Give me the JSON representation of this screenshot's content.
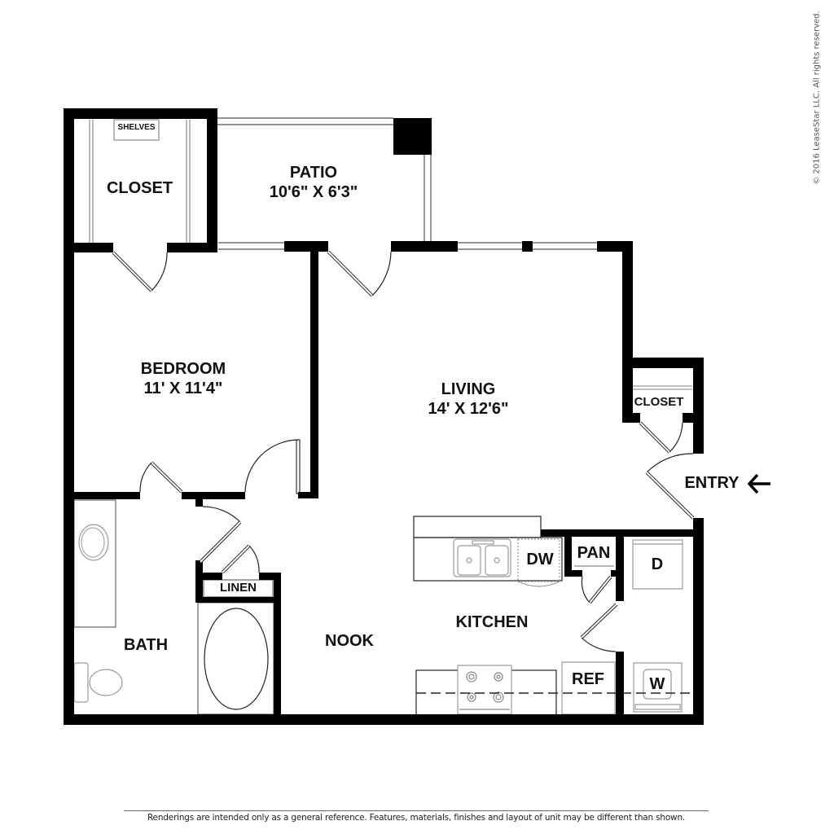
{
  "floorplan": {
    "rooms": [
      {
        "id": "closet-bedroom",
        "name": "CLOSET",
        "dimensions": null
      },
      {
        "id": "patio",
        "name": "PATIO",
        "dimensions": "10'6\" X 6'3\""
      },
      {
        "id": "bedroom",
        "name": "BEDROOM",
        "dimensions": "11' X 11'4\""
      },
      {
        "id": "living",
        "name": "LIVING",
        "dimensions": "14' X 12'6\""
      },
      {
        "id": "closet-entry",
        "name": "CLOSET",
        "dimensions": null
      },
      {
        "id": "bath",
        "name": "BATH",
        "dimensions": null
      },
      {
        "id": "nook",
        "name": "NOOK",
        "dimensions": null
      },
      {
        "id": "kitchen",
        "name": "KITCHEN",
        "dimensions": null
      },
      {
        "id": "linen",
        "name": "LINEN",
        "dimensions": null
      },
      {
        "id": "pantry",
        "name": "PAN",
        "dimensions": null
      }
    ],
    "fixtures": {
      "shelves": "SHELVES",
      "dishwasher": "DW",
      "refrigerator": "REF",
      "dryer": "D",
      "washer": "W"
    },
    "entry": {
      "label": "ENTRY",
      "icon": "arrow-left-icon",
      "arrow_glyph": "←"
    },
    "colors": {
      "wall": "#000000",
      "fixture_line": "#888888",
      "background": "#ffffff"
    }
  },
  "copyright": "© 2016 LeaseStar LLC. All rights reserved.",
  "disclaimer": "Renderings are intended only as a general reference. Features, materials, finishes and layout of unit may be different than shown."
}
